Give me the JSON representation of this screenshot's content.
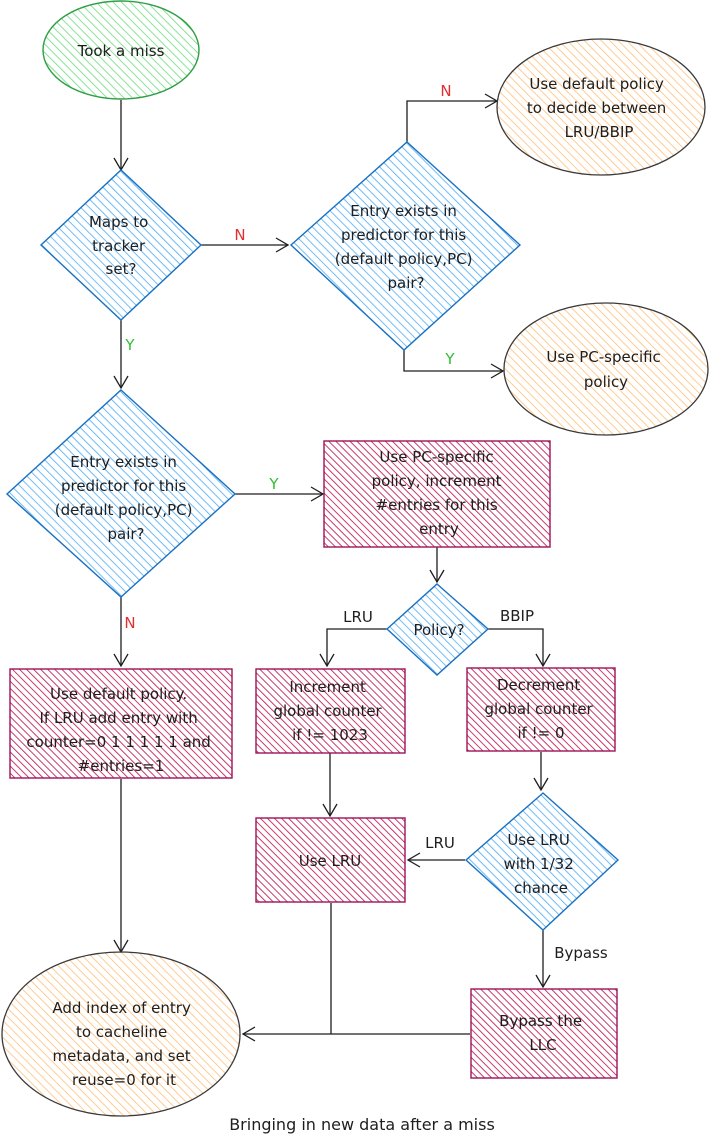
{
  "colors": {
    "start_fill": "#b2f2bb",
    "start_stroke": "#2f9e44",
    "decision_fill": "#a5d8ff",
    "decision_stroke": "#1971c2",
    "process_fill": "#f783ac",
    "process_stroke": "#9c1458",
    "terminal_fill": "#ffd8a8",
    "terminal_stroke": "#3a3a3a",
    "edge": "#1e1e1e",
    "label_no": "#e03131",
    "label_yes": "#2fbf2f",
    "label_default": "#1e1e1e"
  },
  "nodes": {
    "took_miss": {
      "lines": [
        "Took a miss"
      ]
    },
    "maps_tracker": {
      "lines": [
        "Maps to",
        "tracker",
        "set?"
      ]
    },
    "entry_exists_top": {
      "lines": [
        "Entry exists in",
        "predictor for this",
        "(default policy,PC)",
        "pair?"
      ]
    },
    "default_policy_top": {
      "lines": [
        "Use default policy",
        "to decide between",
        "LRU/BBIP"
      ]
    },
    "pc_specific_top": {
      "lines": [
        "Use PC-specific",
        "policy"
      ]
    },
    "entry_exists_left": {
      "lines": [
        "Entry exists in",
        "predictor for this",
        "(default policy,PC)",
        "pair?"
      ]
    },
    "use_pc_increment": {
      "lines": [
        "Use PC-specific",
        "policy, increment",
        "#entries for this",
        "entry"
      ]
    },
    "policy_q": {
      "lines": [
        "Policy?"
      ]
    },
    "use_default_add": {
      "lines": [
        "Use default policy.",
        "If LRU add entry with",
        "counter=0 1 1 1 1 1 and",
        "#entries=1"
      ]
    },
    "increment_counter": {
      "lines": [
        "Increment",
        "global counter",
        "if != 1023"
      ]
    },
    "decrement_counter": {
      "lines": [
        "Decrement",
        "global counter",
        "if != 0"
      ]
    },
    "use_lru_chance": {
      "lines": [
        "Use LRU",
        "with 1/32",
        "chance"
      ]
    },
    "use_lru": {
      "lines": [
        "Use LRU"
      ]
    },
    "add_index": {
      "lines": [
        "Add index of entry",
        "to cacheline",
        "metadata, and set",
        "reuse=0 for it"
      ]
    },
    "bypass_llc": {
      "lines": [
        "Bypass the",
        "LLC"
      ]
    }
  },
  "edge_labels": {
    "maps_no": "N",
    "top_no": "N",
    "top_yes": "Y",
    "maps_yes": "Y",
    "left_yes": "Y",
    "left_no": "N",
    "policy_lru": "LRU",
    "policy_bbip": "BBIP",
    "chance_lru": "LRU",
    "chance_bypass": "Bypass"
  },
  "caption": "Bringing in new data after a miss"
}
